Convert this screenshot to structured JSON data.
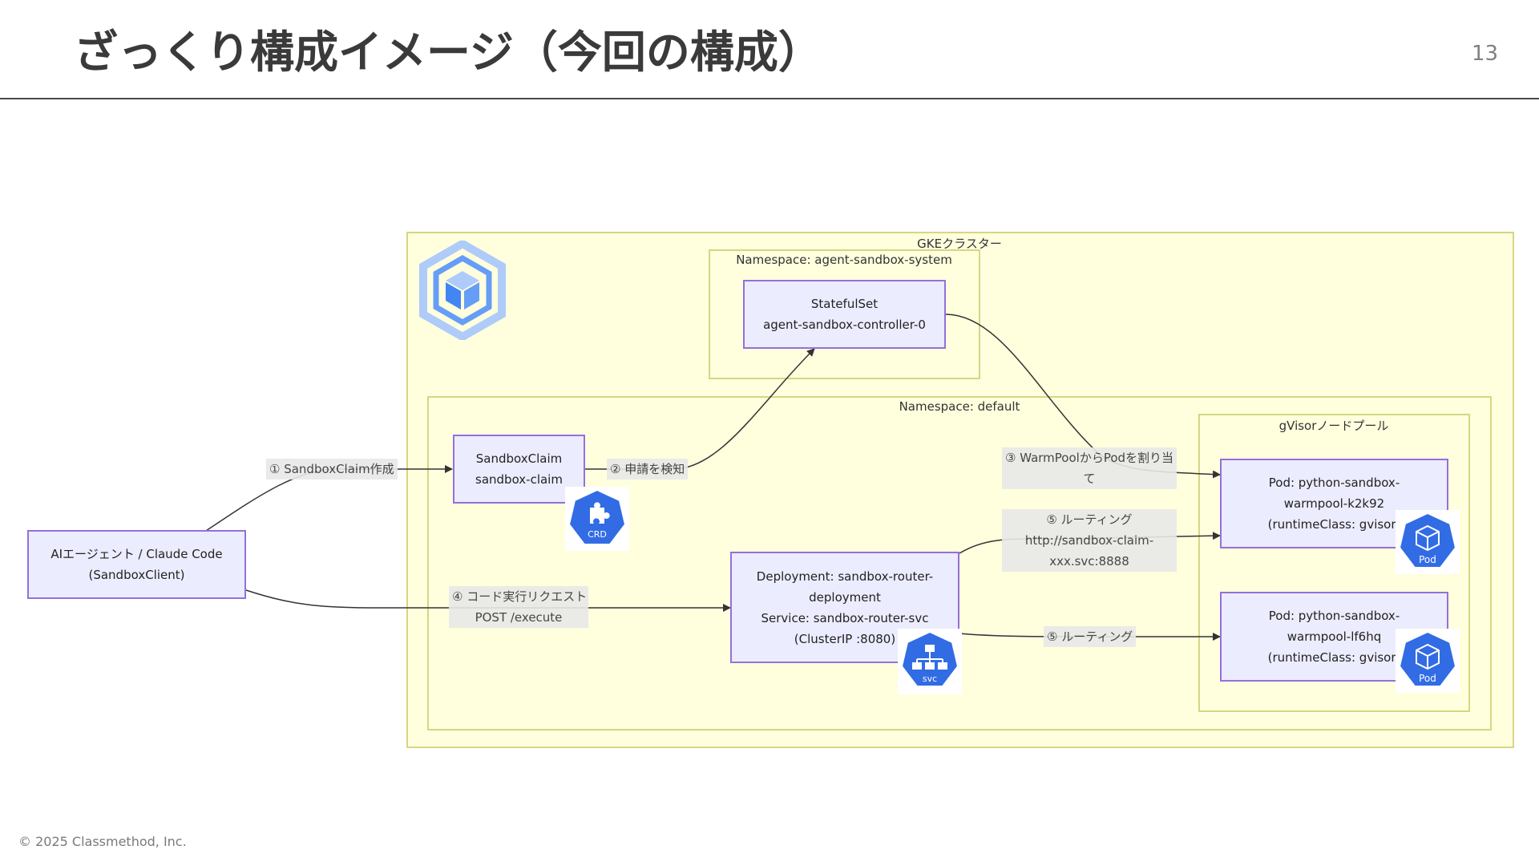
{
  "slide": {
    "title": "ざっくり構成イメージ（今回の構成）",
    "page_number": "13",
    "copyright": "© 2025 Classmethod, Inc."
  },
  "diagram": {
    "groups": {
      "gke_cluster": "GKEクラスター",
      "ns_system": "Namespace: agent-sandbox-system",
      "ns_default": "Namespace: default",
      "gvisor_pool": "gVisorノードプール"
    },
    "nodes": {
      "statefulset": [
        "StatefulSet",
        "agent-sandbox-controller-0"
      ],
      "sandbox_claim": [
        "SandboxClaim",
        "sandbox-claim"
      ],
      "ai_agent": [
        "AIエージェント / Claude Code",
        "(SandboxClient)"
      ],
      "router": [
        "Deployment: sandbox-router-",
        "deployment",
        "Service: sandbox-router-svc",
        "(ClusterIP :8080)"
      ],
      "pod1": [
        "Pod: python-sandbox-",
        "warmpool-k2k92",
        "(runtimeClass: gvisor)"
      ],
      "pod2": [
        "Pod: python-sandbox-",
        "warmpool-lf6hq",
        "(runtimeClass: gvisor)"
      ]
    },
    "edge_labels": {
      "e1": [
        "① SandboxClaim作成"
      ],
      "e2": [
        "② 申請を検知"
      ],
      "e3": [
        "③ WarmPoolからPodを割り当",
        "て"
      ],
      "e4": [
        "④ コード実行リクエスト",
        "POST /execute"
      ],
      "e5a": [
        "⑤ ルーティング",
        "http://sandbox-claim-",
        "xxx.svc:8888"
      ],
      "e5b": [
        "⑤ ルーティング"
      ]
    },
    "badges": {
      "crd": "CRD",
      "svc": "svc",
      "pod1": "Pod",
      "pod2": "Pod"
    },
    "icons": [
      "gke-logo-icon",
      "crd-icon",
      "svc-icon",
      "pod-icon"
    ],
    "colors": {
      "group_fill": "#ffffde",
      "group_border": "#d6d682",
      "node_fill": "#ececff",
      "node_border": "#9370db",
      "k8s_blue": "#326ce5",
      "gke_blue": "#4285f4"
    }
  }
}
